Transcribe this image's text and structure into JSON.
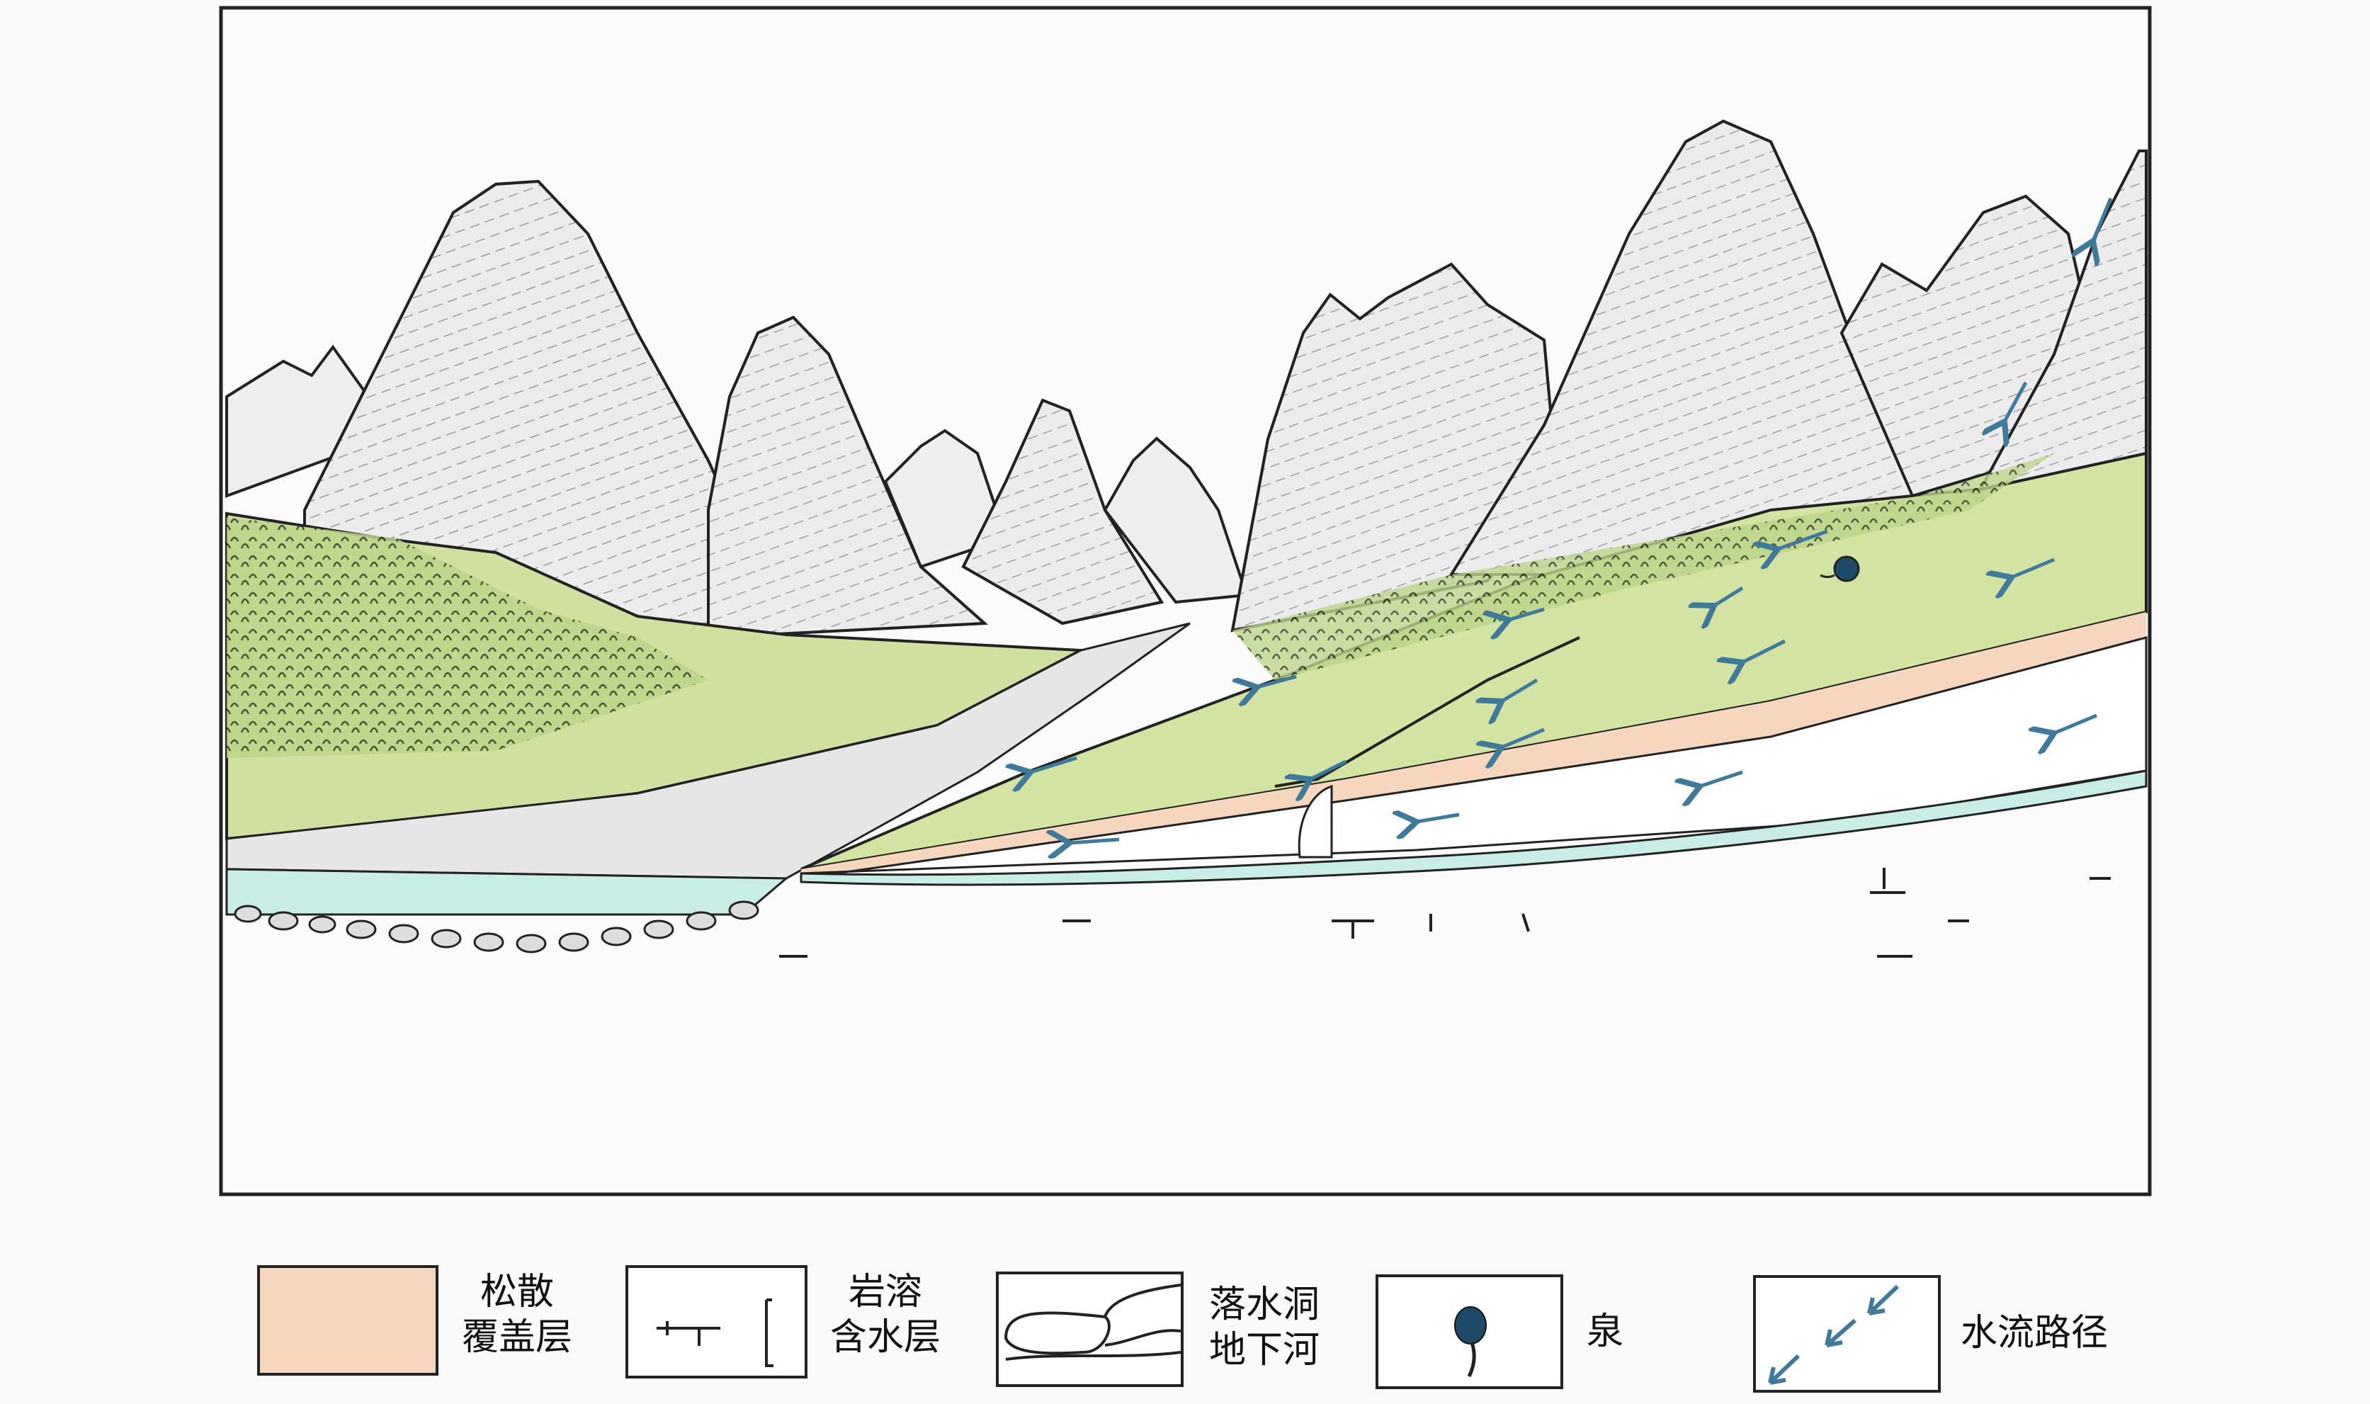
{
  "colors": {
    "cover_layer": "#f6d6bc",
    "vegetation": "#c9dc9a",
    "river": "#c8ece6",
    "flow_arrow": "#3e7a9c",
    "spring": "#1e4a6a",
    "outline": "#222222"
  },
  "legend": [
    {
      "id": "loose-cover",
      "line1": "松散",
      "line2": "覆盖层"
    },
    {
      "id": "karst-aquifer",
      "line1": "岩溶",
      "line2": "含水层"
    },
    {
      "id": "sinkhole-river",
      "line1": "落水洞",
      "line2": "地下河"
    },
    {
      "id": "spring",
      "line1": "泉"
    },
    {
      "id": "flow-path",
      "line1": "水流路径"
    }
  ]
}
